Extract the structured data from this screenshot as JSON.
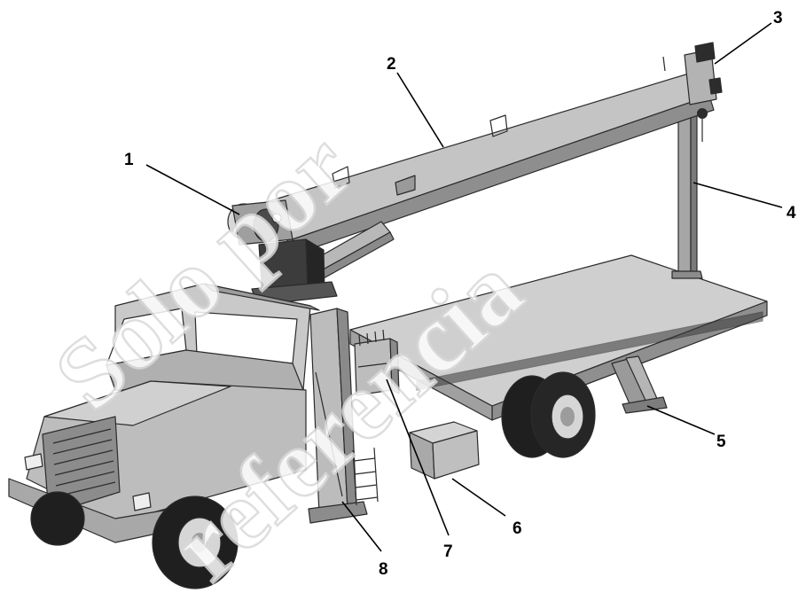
{
  "figure": {
    "watermark": [
      "Solo por",
      "referencia"
    ],
    "callouts": [
      "1",
      "2",
      "3",
      "4",
      "5",
      "6",
      "7",
      "8"
    ],
    "colors": {
      "body_light": "#bfbfbf",
      "body_mid": "#a6a6a6",
      "body_dark": "#7a7a7a",
      "tire": "#1f1f1f",
      "rim": "#d6d6d6",
      "outline": "#2b2b2b",
      "watermark_stroke": "#d9d9d9"
    }
  }
}
